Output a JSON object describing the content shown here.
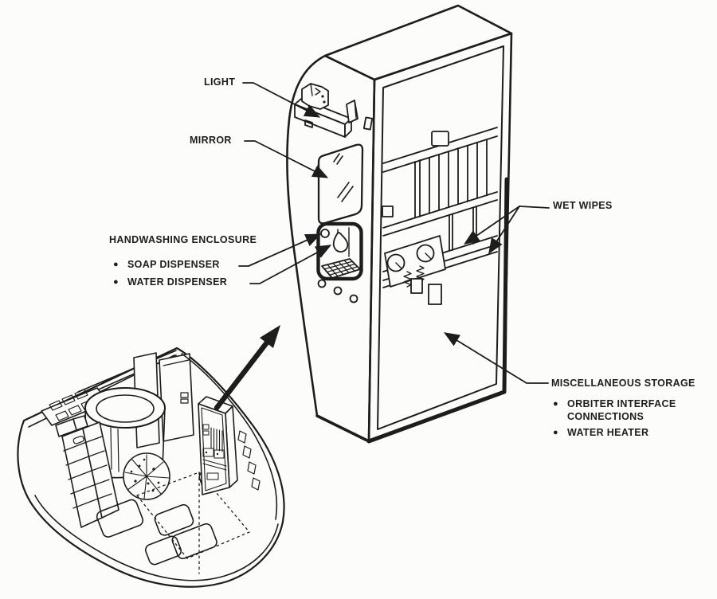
{
  "document": {
    "kind": "technical-illustration",
    "subject": "Personal hygiene station and orbiter mid-deck cutaway",
    "paper_color": "#fcfcfa",
    "ink_color": "#1d1d1d"
  },
  "ui": {
    "bullet_glyph": "●"
  },
  "callouts": {
    "light": {
      "label": "LIGHT"
    },
    "mirror": {
      "label": "MIRROR"
    },
    "handwashing": {
      "title": "HANDWASHING ENCLOSURE",
      "bullets": [
        "SOAP DISPENSER",
        "WATER DISPENSER"
      ]
    },
    "wet_wipes": {
      "label": "WET WIPES"
    },
    "misc_storage": {
      "title": "MISCELLANEOUS STORAGE",
      "bullets": [
        "ORBITER INTERFACE CONNECTIONS",
        "WATER HEATER"
      ]
    }
  }
}
